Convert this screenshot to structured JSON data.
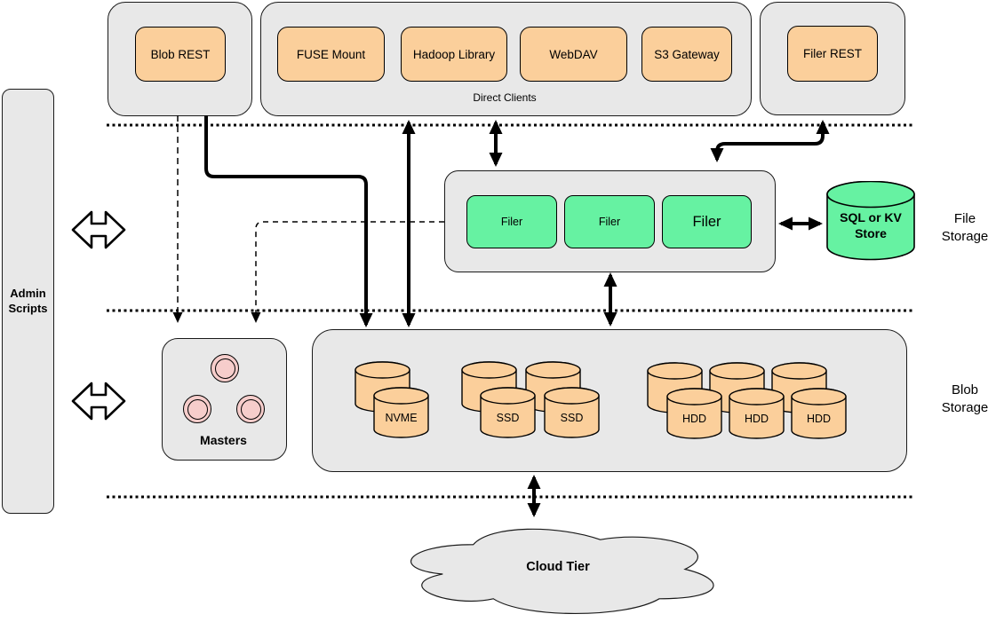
{
  "admin": {
    "label": "Admin Scripts"
  },
  "clients": {
    "blob_rest": {
      "label": "Blob REST"
    },
    "direct_clients": {
      "caption": "Direct Clients",
      "items": [
        {
          "label": "FUSE Mount"
        },
        {
          "label": "Hadoop Library"
        },
        {
          "label": "WebDAV"
        },
        {
          "label": "S3 Gateway"
        }
      ]
    },
    "filer_rest": {
      "label": "Filer REST"
    }
  },
  "file_storage": {
    "section_label": "File Storage",
    "filers": [
      {
        "label": "Filer"
      },
      {
        "label": "Filer"
      },
      {
        "label": "Filer"
      }
    ],
    "metadata_store": {
      "label": "SQL or KV Store"
    }
  },
  "blob_storage": {
    "section_label": "Blob Storage",
    "masters": {
      "label": "Masters"
    },
    "volume_groups": [
      {
        "name": "nvme",
        "labels": [
          "NVME"
        ]
      },
      {
        "name": "ssd",
        "labels": [
          "SSD",
          "SSD"
        ]
      },
      {
        "name": "hdd",
        "labels": [
          "HDD",
          "HDD",
          "HDD"
        ]
      }
    ]
  },
  "cloud": {
    "label": "Cloud Tier"
  },
  "colors": {
    "client_node_orange": "#FBCF9B",
    "filer_node_green": "#66F2A2",
    "container_gray": "#E8E8E8",
    "master_node_pink": "#F6CDCB",
    "stroke": "#000000"
  }
}
